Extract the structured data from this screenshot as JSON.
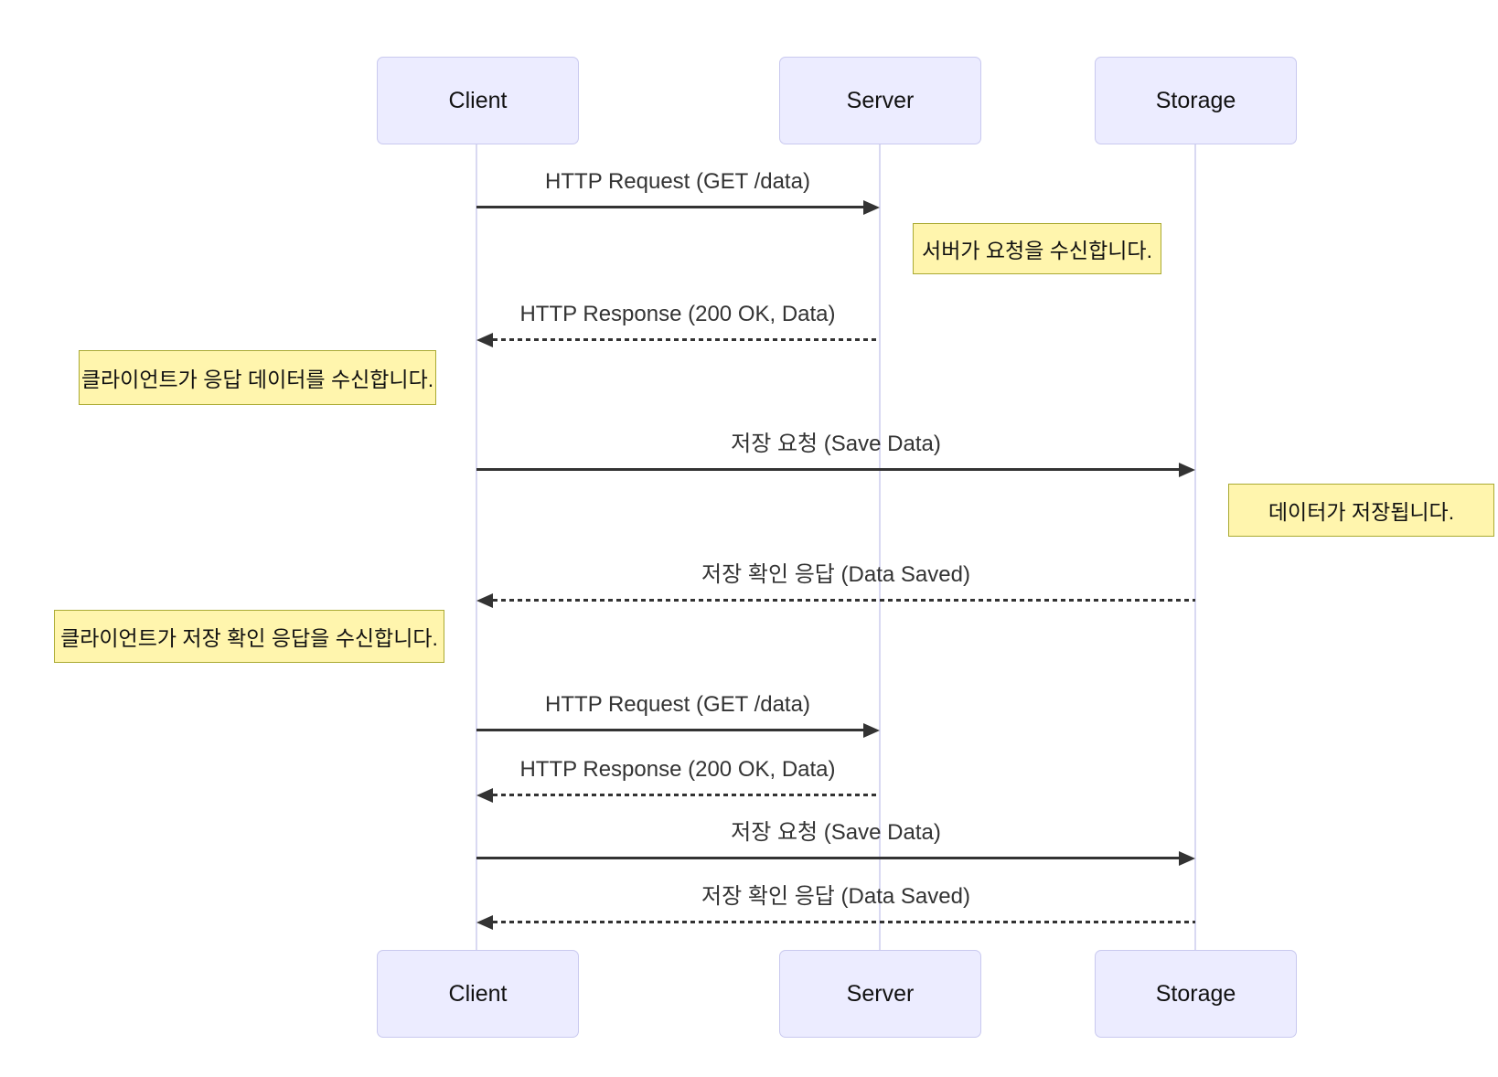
{
  "diagram": {
    "type": "sequence-diagram",
    "colors": {
      "actor_fill": "#ECECFF",
      "actor_border": "#C9C9EF",
      "lifeline": "#D9D9F2",
      "arrow": "#333333",
      "note_fill": "#FFF5AD",
      "note_border": "#AAAA33"
    },
    "actors": [
      {
        "id": "client",
        "label": "Client"
      },
      {
        "id": "server",
        "label": "Server"
      },
      {
        "id": "storage",
        "label": "Storage"
      }
    ],
    "messages": [
      {
        "from": "Client",
        "to": "Server",
        "style": "solid",
        "label": "HTTP Request (GET /data)"
      },
      {
        "from": "Server",
        "to": "Client",
        "style": "dashed",
        "label": "HTTP Response (200 OK, Data)"
      },
      {
        "from": "Client",
        "to": "Storage",
        "style": "solid",
        "label": "저장 요청 (Save Data)"
      },
      {
        "from": "Storage",
        "to": "Client",
        "style": "dashed",
        "label": "저장 확인 응답 (Data Saved)"
      },
      {
        "from": "Client",
        "to": "Server",
        "style": "solid",
        "label": "HTTP Request (GET /data)"
      },
      {
        "from": "Server",
        "to": "Client",
        "style": "dashed",
        "label": "HTTP Response (200 OK, Data)"
      },
      {
        "from": "Client",
        "to": "Storage",
        "style": "solid",
        "label": "저장 요청 (Save Data)"
      },
      {
        "from": "Storage",
        "to": "Client",
        "style": "dashed",
        "label": "저장 확인 응답 (Data Saved)"
      }
    ],
    "notes": [
      {
        "position": "right of Server",
        "text": "서버가 요청을 수신합니다."
      },
      {
        "position": "left of Client",
        "text": "클라이언트가 응답 데이터를 수신합니다."
      },
      {
        "position": "right of Storage",
        "text": "데이터가 저장됩니다."
      },
      {
        "position": "left of Client",
        "text": "클라이언트가 저장 확인 응답을 수신합니다."
      }
    ]
  }
}
